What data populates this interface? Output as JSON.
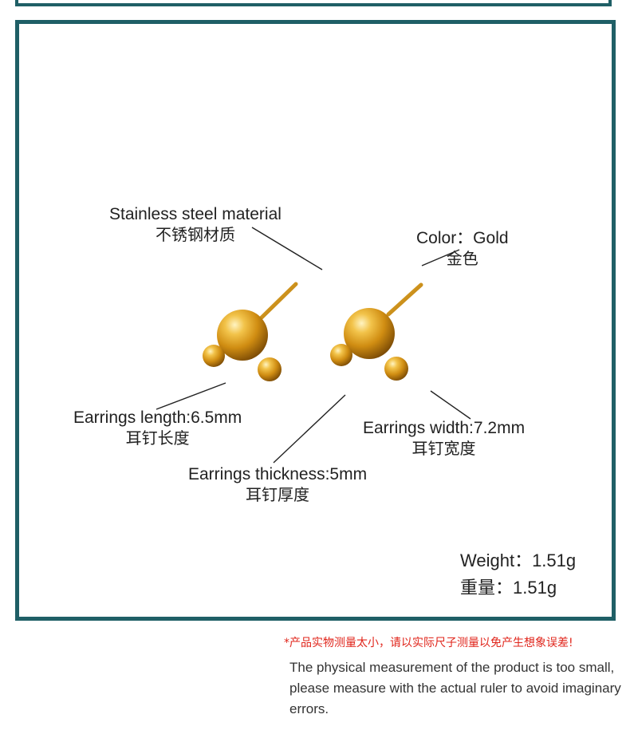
{
  "labels": {
    "material_en": "Stainless steel material",
    "material_zh": "不锈钢材质",
    "color_en": "Color：Gold",
    "color_zh": "金色",
    "length_en": "Earrings length:6.5mm",
    "length_zh": "耳钉长度",
    "width_en": "Earrings width:7.2mm",
    "width_zh": "耳钉宽度",
    "thickness_en": "Earrings thickness:5mm",
    "thickness_zh": "耳钉厚度"
  },
  "weight": {
    "en": "Weight：1.51g",
    "zh": "重量：1.51g"
  },
  "notes": {
    "red": "*产品实物测量太小，请以实际尺子测量以免产生想象误差!",
    "english": "The physical measurement of the product is too small, please measure with the actual ruler to avoid imaginary errors."
  },
  "colors": {
    "frame": "#1f5f66",
    "gold": "#d49a1a",
    "note_red": "#e0251b"
  }
}
